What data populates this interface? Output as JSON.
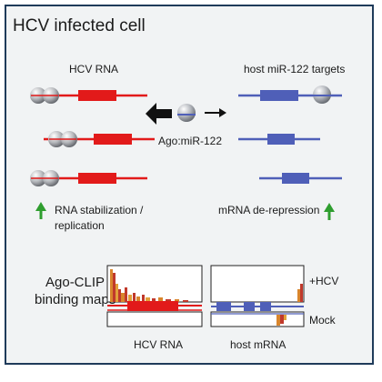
{
  "title": "HCV infected cell",
  "labels": {
    "hcv_rna": "HCV RNA",
    "host_targets": "host miR-122 targets",
    "ago_mir": "Ago:miR-122",
    "stabilization_1": "RNA stabilization /",
    "stabilization_2": "replication",
    "derepression": "mRNA de-repression",
    "clip_1": "Ago-CLIP",
    "clip_2": "binding maps",
    "plus_hcv": "+HCV",
    "mock": "Mock",
    "bottom_hcv": "HCV RNA",
    "bottom_host": "host mRNA"
  },
  "colors": {
    "hcv": "#e21a1a",
    "host": "#4f5fb8",
    "up_arrow": "#2f9e2f",
    "frame": "#1f3b5a"
  },
  "icons": {
    "up_arrows": "green-up-arrow",
    "left_arrow": "black-left-arrow",
    "right_arrow": "black-right-arrow"
  }
}
